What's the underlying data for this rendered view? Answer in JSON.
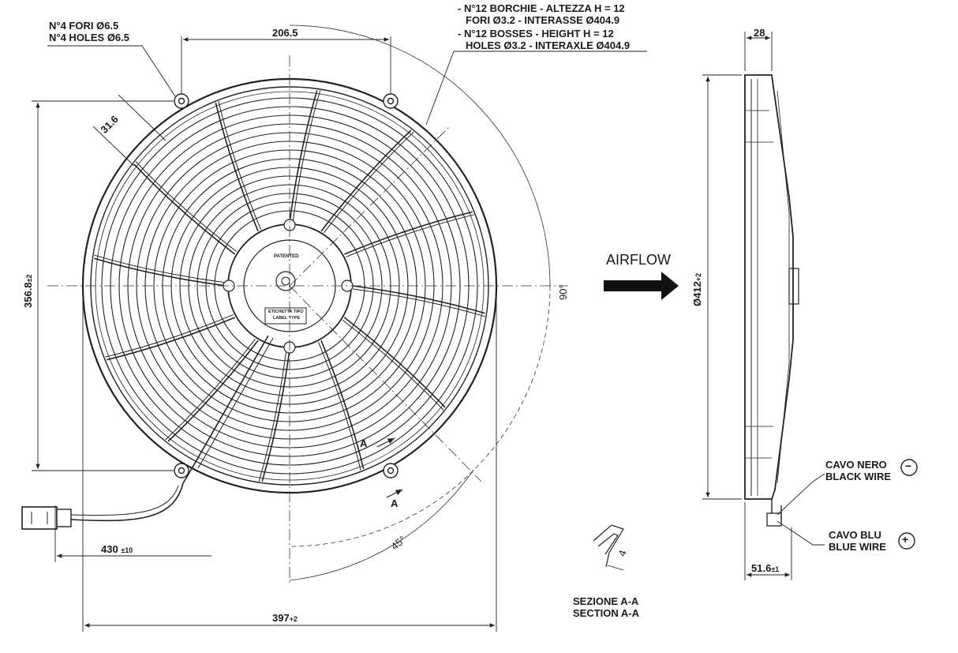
{
  "holes_note": {
    "it": "N°4 FORI Ø6.5",
    "en": "N°4 HOLES Ø6.5"
  },
  "bosses_note": {
    "it_1": "- N°12 BORCHIE - ALTEZZA H = 12",
    "it_2": "FORI Ø3.2 - INTERASSE Ø404.9",
    "en_1": "- N°12 BOSSES - HEIGHT H = 12",
    "en_2": "HOLES Ø3.2 - INTERAXLE Ø404.9"
  },
  "dimensions": {
    "hole_spacing": "206.5",
    "hole_offset": "31.6",
    "height": "356.8",
    "height_tol": "±2",
    "width": "397",
    "width_tol": "+2",
    "cable_length": "430",
    "cable_tol": "±10",
    "diameter": "Ø412",
    "diameter_tol": "+2",
    "depth_top": "28",
    "depth_total": "51.6",
    "depth_tol": "±1",
    "section_thickness": "4"
  },
  "angles": {
    "a90": "90°",
    "a45": "45°"
  },
  "section_marks": {
    "upper": "A",
    "lower": "A"
  },
  "hub_labels": {
    "patented": "PATENTED",
    "label_type_it": "ETICHETTA TIPO",
    "label_type_en": "LABEL TYPE"
  },
  "airflow": "AIRFLOW",
  "section_caption": {
    "it": "SEZIONE A-A",
    "en": "SECTION A-A"
  },
  "wires": {
    "black_it": "CAVO NERO",
    "black_en": "BLACK WIRE",
    "black_symbol": "−",
    "blue_it": "CAVO BLU",
    "blue_en": "BLUE WIRE",
    "blue_symbol": "+"
  }
}
